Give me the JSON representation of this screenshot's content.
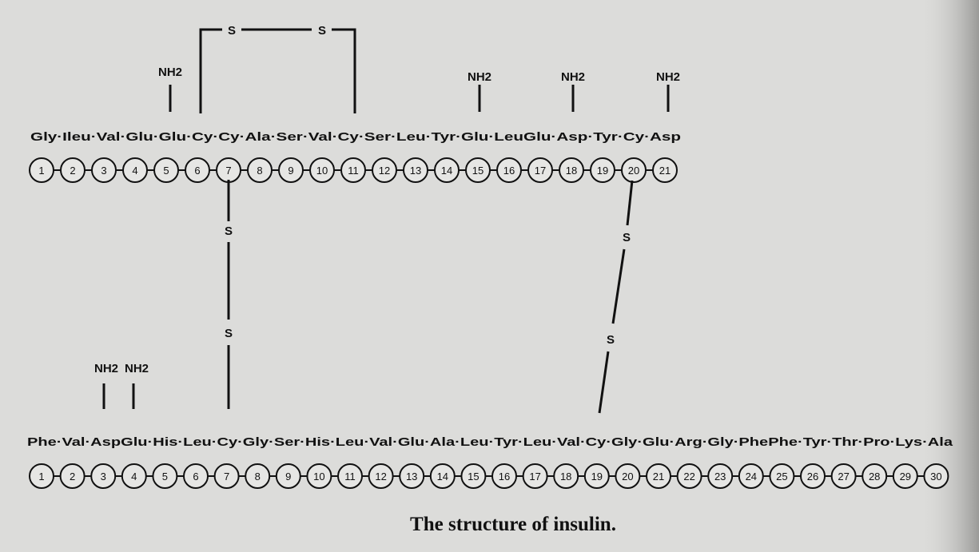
{
  "diagram": {
    "chain_a": {
      "sequence_text": "Gly·Ileu·Val·Glu·Glu·Cy·Cy·Ala·Ser·Val·Cy·Ser·Leu·Tyr·Glu·LeuGlu·Asp·Tyr·Cy·Asp",
      "residue_numbers": [
        "1",
        "2",
        "3",
        "4",
        "5",
        "6",
        "7",
        "8",
        "9",
        "10",
        "11",
        "12",
        "13",
        "14",
        "15",
        "16",
        "17",
        "18",
        "19",
        "20",
        "21"
      ],
      "amide_label": "NH2"
    },
    "chain_b": {
      "sequence_text": "Phe·Val·AspGlu·His·Leu·Cy·Gly·Ser·His·Leu·Val·Glu·Ala·Leu·Tyr·Leu·Val·Cy·Gly·Glu·Arg·Gly·PhePhe·Tyr·Thr·Pro·Lys·Ala",
      "residue_numbers": [
        "1",
        "2",
        "3",
        "4",
        "5",
        "6",
        "7",
        "8",
        "9",
        "10",
        "11",
        "12",
        "13",
        "14",
        "15",
        "16",
        "17",
        "18",
        "19",
        "20",
        "21",
        "22",
        "23",
        "24",
        "25",
        "26",
        "27",
        "28",
        "29",
        "30"
      ],
      "amide_label": "NH2"
    },
    "sulfur_label": "S",
    "caption": "The structure of insulin."
  }
}
